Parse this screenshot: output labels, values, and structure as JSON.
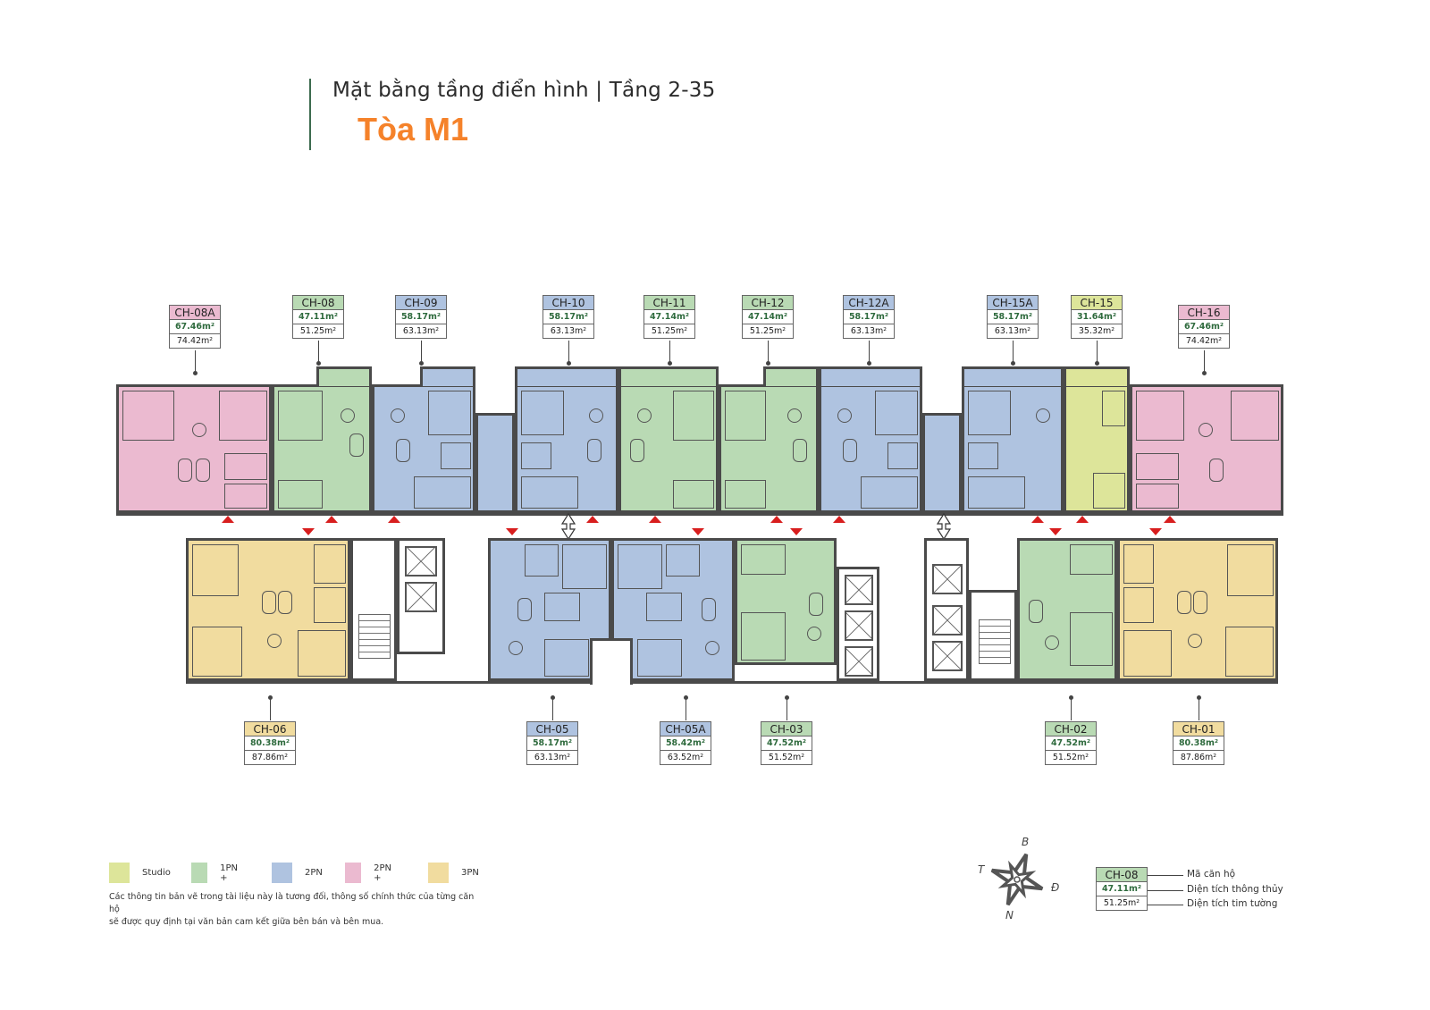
{
  "header": {
    "subtitle": "Mặt bằng tầng điển hình | Tầng 2-35",
    "title": "Tòa M1"
  },
  "colors": {
    "studio": "#dde59a",
    "1pn_plus": "#b9dab4",
    "2pn": "#afc3e0",
    "2pn_plus": "#ebbad0",
    "3pn": "#f1dc9f",
    "title_orange": "#f5822a",
    "net_area_green": "#2f6b3e",
    "entry_marker_red": "#d81e1e"
  },
  "units_top": [
    {
      "code": "CH-08A",
      "net": "67.46m²",
      "gross": "74.42m²",
      "type": "2pn_plus"
    },
    {
      "code": "CH-08",
      "net": "47.11m²",
      "gross": "51.25m²",
      "type": "1pn_plus"
    },
    {
      "code": "CH-09",
      "net": "58.17m²",
      "gross": "63.13m²",
      "type": "2pn"
    },
    {
      "code": "CH-10",
      "net": "58.17m²",
      "gross": "63.13m²",
      "type": "2pn"
    },
    {
      "code": "CH-11",
      "net": "47.14m²",
      "gross": "51.25m²",
      "type": "1pn_plus"
    },
    {
      "code": "CH-12",
      "net": "47.14m²",
      "gross": "51.25m²",
      "type": "1pn_plus"
    },
    {
      "code": "CH-12A",
      "net": "58.17m²",
      "gross": "63.13m²",
      "type": "2pn"
    },
    {
      "code": "CH-15A",
      "net": "58.17m²",
      "gross": "63.13m²",
      "type": "2pn"
    },
    {
      "code": "CH-15",
      "net": "31.64m²",
      "gross": "35.32m²",
      "type": "studio"
    },
    {
      "code": "CH-16",
      "net": "67.46m²",
      "gross": "74.42m²",
      "type": "2pn_plus"
    }
  ],
  "units_bottom": [
    {
      "code": "CH-06",
      "net": "80.38m²",
      "gross": "87.86m²",
      "type": "3pn"
    },
    {
      "code": "CH-05",
      "net": "58.17m²",
      "gross": "63.13m²",
      "type": "2pn"
    },
    {
      "code": "CH-05A",
      "net": "58.42m²",
      "gross": "63.52m²",
      "type": "2pn"
    },
    {
      "code": "CH-03",
      "net": "47.52m²",
      "gross": "51.52m²",
      "type": "1pn_plus"
    },
    {
      "code": "CH-02",
      "net": "47.52m²",
      "gross": "51.52m²",
      "type": "1pn_plus"
    },
    {
      "code": "CH-01",
      "net": "80.38m²",
      "gross": "87.86m²",
      "type": "3pn"
    }
  ],
  "legend": {
    "items": [
      {
        "label": "Studio",
        "type": "studio"
      },
      {
        "label": "1PN +",
        "type": "1pn_plus"
      },
      {
        "label": "2PN",
        "type": "2pn"
      },
      {
        "label": "2PN +",
        "type": "2pn_plus"
      },
      {
        "label": "3PN",
        "type": "3pn"
      }
    ],
    "note_line1": "Các thông tin bản vẽ trong tài liệu này là tương đối, thông số chính thức của từng căn hộ",
    "note_line2": "sẽ được quy định tại văn bản cam kết giữa bên bán và bên mua."
  },
  "compass": {
    "north": "B",
    "west": "T",
    "east": "Đ",
    "south": "N",
    "icon": "compass-rose-icon"
  },
  "key": {
    "sample_code": "CH-08",
    "sample_net": "47.11m²",
    "sample_gross": "51.25m²",
    "code_desc": "Mã căn hộ",
    "net_desc": "Diện tích thông thủy",
    "gross_desc": "Diện tích tim tường"
  }
}
